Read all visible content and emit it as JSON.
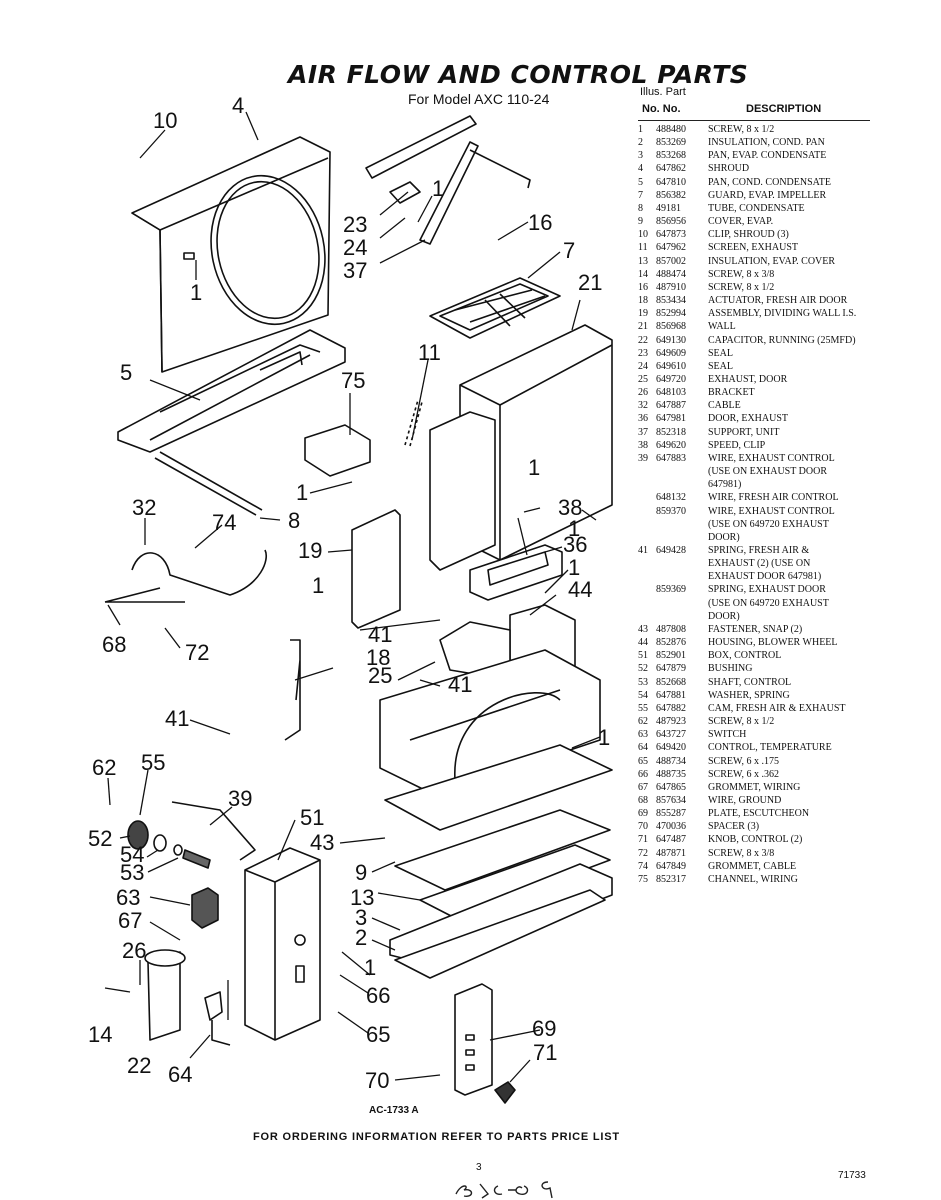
{
  "title": "AIR FLOW AND CONTROL PARTS",
  "subtitle": "For Model AXC 110-24",
  "header": {
    "illus_part": "Illus. Part",
    "no_no": "No.    No.",
    "description": "DESCRIPTION"
  },
  "parts": [
    {
      "no": "1",
      "part": "488480",
      "desc": "SCREW, 8 x 1/2"
    },
    {
      "no": "2",
      "part": "853269",
      "desc": "INSULATION, COND. PAN"
    },
    {
      "no": "3",
      "part": "853268",
      "desc": "PAN, EVAP. CONDENSATE"
    },
    {
      "no": "4",
      "part": "647862",
      "desc": "SHROUD"
    },
    {
      "no": "5",
      "part": "647810",
      "desc": "PAN, COND. CONDENSATE"
    },
    {
      "no": "7",
      "part": "856382",
      "desc": "GUARD, EVAP. IMPELLER"
    },
    {
      "no": "8",
      "part": "49181",
      "desc": "TUBE, CONDENSATE"
    },
    {
      "no": "9",
      "part": "856956",
      "desc": "COVER, EVAP."
    },
    {
      "no": "10",
      "part": "647873",
      "desc": "CLIP, SHROUD (3)"
    },
    {
      "no": "11",
      "part": "647962",
      "desc": "SCREEN, EXHAUST"
    },
    {
      "no": "13",
      "part": "857002",
      "desc": "INSULATION, EVAP. COVER"
    },
    {
      "no": "14",
      "part": "488474",
      "desc": "SCREW, 8 x 3/8"
    },
    {
      "no": "16",
      "part": "487910",
      "desc": "SCREW, 8 x 1/2"
    },
    {
      "no": "18",
      "part": "853434",
      "desc": "ACTUATOR, FRESH AIR DOOR"
    },
    {
      "no": "19",
      "part": "852994",
      "desc": "ASSEMBLY, DIVIDING WALL I.S."
    },
    {
      "no": "21",
      "part": "856968",
      "desc": "WALL"
    },
    {
      "no": "22",
      "part": "649130",
      "desc": "CAPACITOR, RUNNING (25MFD)"
    },
    {
      "no": "23",
      "part": "649609",
      "desc": "SEAL"
    },
    {
      "no": "24",
      "part": "649610",
      "desc": "SEAL"
    },
    {
      "no": "25",
      "part": "649720",
      "desc": "EXHAUST, DOOR"
    },
    {
      "no": "26",
      "part": "648103",
      "desc": "BRACKET"
    },
    {
      "no": "32",
      "part": "647887",
      "desc": "CABLE"
    },
    {
      "no": "36",
      "part": "647981",
      "desc": "DOOR, EXHAUST"
    },
    {
      "no": "37",
      "part": "852318",
      "desc": "SUPPORT, UNIT"
    },
    {
      "no": "38",
      "part": "649620",
      "desc": "SPEED, CLIP"
    },
    {
      "no": "39",
      "part": "647883",
      "desc": "WIRE, EXHAUST CONTROL"
    },
    {
      "no": "",
      "part": "",
      "desc": "(USE ON EXHAUST DOOR"
    },
    {
      "no": "",
      "part": "",
      "desc": "647981)"
    },
    {
      "no": "",
      "part": "648132",
      "desc": "WIRE, FRESH AIR CONTROL"
    },
    {
      "no": "",
      "part": "859370",
      "desc": "WIRE, EXHAUST CONTROL"
    },
    {
      "no": "",
      "part": "",
      "desc": "(USE ON 649720 EXHAUST"
    },
    {
      "no": "",
      "part": "",
      "desc": "DOOR)"
    },
    {
      "no": "41",
      "part": "649428",
      "desc": "SPRING, FRESH AIR &"
    },
    {
      "no": "",
      "part": "",
      "desc": "EXHAUST (2) (USE ON"
    },
    {
      "no": "",
      "part": "",
      "desc": "EXHAUST DOOR 647981)"
    },
    {
      "no": "",
      "part": "859369",
      "desc": "SPRING, EXHAUST DOOR"
    },
    {
      "no": "",
      "part": "",
      "desc": "(USE ON 649720 EXHAUST"
    },
    {
      "no": "",
      "part": "",
      "desc": "DOOR)"
    },
    {
      "no": "43",
      "part": "487808",
      "desc": "FASTENER, SNAP (2)"
    },
    {
      "no": "44",
      "part": "852876",
      "desc": "HOUSING, BLOWER WHEEL"
    },
    {
      "no": "51",
      "part": "852901",
      "desc": "BOX, CONTROL"
    },
    {
      "no": "52",
      "part": "647879",
      "desc": "BUSHING"
    },
    {
      "no": "53",
      "part": "852668",
      "desc": "SHAFT, CONTROL"
    },
    {
      "no": "54",
      "part": "647881",
      "desc": "WASHER, SPRING"
    },
    {
      "no": "55",
      "part": "647882",
      "desc": "CAM, FRESH AIR & EXHAUST"
    },
    {
      "no": "62",
      "part": "487923",
      "desc": "SCREW, 8 x 1/2"
    },
    {
      "no": "63",
      "part": "643727",
      "desc": "SWITCH"
    },
    {
      "no": "64",
      "part": "649420",
      "desc": "CONTROL, TEMPERATURE"
    },
    {
      "no": "65",
      "part": "488734",
      "desc": "SCREW, 6 x .175"
    },
    {
      "no": "66",
      "part": "488735",
      "desc": "SCREW, 6 x .362"
    },
    {
      "no": "67",
      "part": "647865",
      "desc": "GROMMET, WIRING"
    },
    {
      "no": "68",
      "part": "857634",
      "desc": "WIRE, GROUND"
    },
    {
      "no": "69",
      "part": "855287",
      "desc": "PLATE, ESCUTCHEON"
    },
    {
      "no": "70",
      "part": "470036",
      "desc": "SPACER (3)"
    },
    {
      "no": "71",
      "part": "647487",
      "desc": "KNOB, CONTROL (2)"
    },
    {
      "no": "72",
      "part": "487871",
      "desc": "SCREW, 8 x 3/8"
    },
    {
      "no": "74",
      "part": "647849",
      "desc": "GROMMET, CABLE"
    },
    {
      "no": "75",
      "part": "852317",
      "desc": "CHANNEL, WIRING"
    }
  ],
  "callouts": {
    "c10": "10",
    "c4": "4",
    "c1a": "1",
    "c23": "23",
    "c24": "24",
    "c37": "37",
    "c16": "16",
    "c7": "7",
    "c21": "21",
    "c5": "5",
    "c75": "75",
    "c11": "11",
    "c1b": "1",
    "c1c": "1",
    "c8": "8",
    "c32": "32",
    "c74": "74",
    "c19": "19",
    "c38": "38",
    "c36": "36",
    "c1d": "1",
    "c1e": "1",
    "c44": "44",
    "c68": "68",
    "c72": "72",
    "c41a": "41",
    "c18": "18",
    "c25": "25",
    "c41b": "41",
    "c1f": "1",
    "c41c": "41",
    "c62": "62",
    "c55": "55",
    "c39": "39",
    "c52": "52",
    "c54": "54",
    "c53": "53",
    "c51": "51",
    "c43": "43",
    "c9": "9",
    "c63": "63",
    "c13": "13",
    "c3": "3",
    "c67": "67",
    "c2": "2",
    "c26": "26",
    "c1g": "1",
    "c66": "66",
    "c14": "14",
    "c65": "65",
    "c69": "69",
    "c71": "71",
    "c22": "22",
    "c64": "64",
    "c70": "70"
  },
  "drawing_code": "AC-1733 A",
  "footer": "FOR ORDERING INFORMATION REFER TO PARTS PRICE LIST",
  "page_number": "3",
  "doc_number": "71733"
}
